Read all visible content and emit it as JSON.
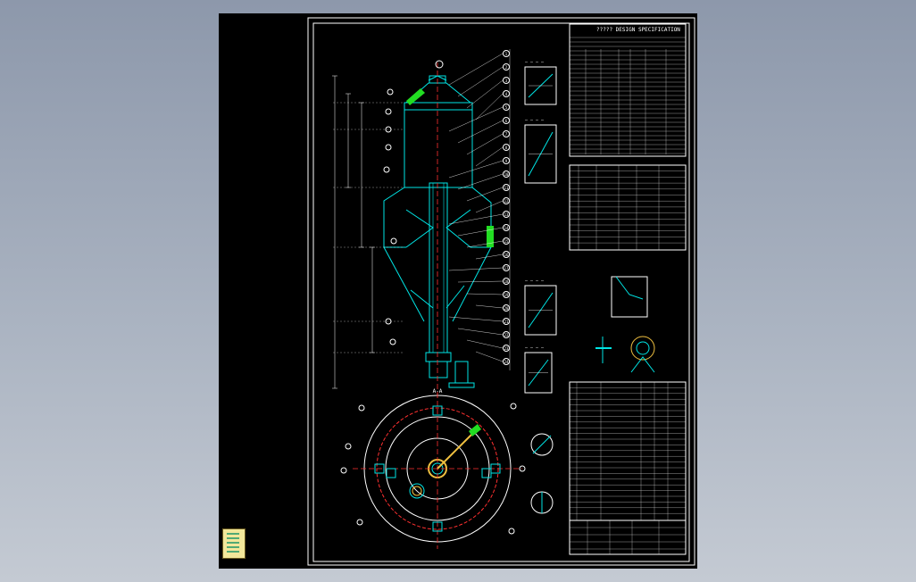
{
  "drawing": {
    "title_block_heading": "DESIGN SPECIFICATION",
    "title_block_prefix": "?????",
    "plan_view_label": "A-A",
    "colors": {
      "frame": "#ffffff",
      "vessel": "#00e5e5",
      "dimension": "#ffffff",
      "centerline": "#ff3030",
      "highlight": "#22dd22",
      "text": "#ffffff",
      "accent_yellow": "#f0c040"
    },
    "part_callouts": [
      "1",
      "2",
      "3",
      "4",
      "5",
      "6",
      "7",
      "8",
      "9",
      "10",
      "11",
      "12",
      "13",
      "14",
      "15",
      "16",
      "17",
      "18",
      "19",
      "20",
      "21",
      "22",
      "23",
      "24"
    ],
    "spec_rows": 28,
    "nozzle_rows": 14,
    "bom_rows": 24
  },
  "app": {
    "thumbnail_icon": "drawing-file-icon"
  }
}
